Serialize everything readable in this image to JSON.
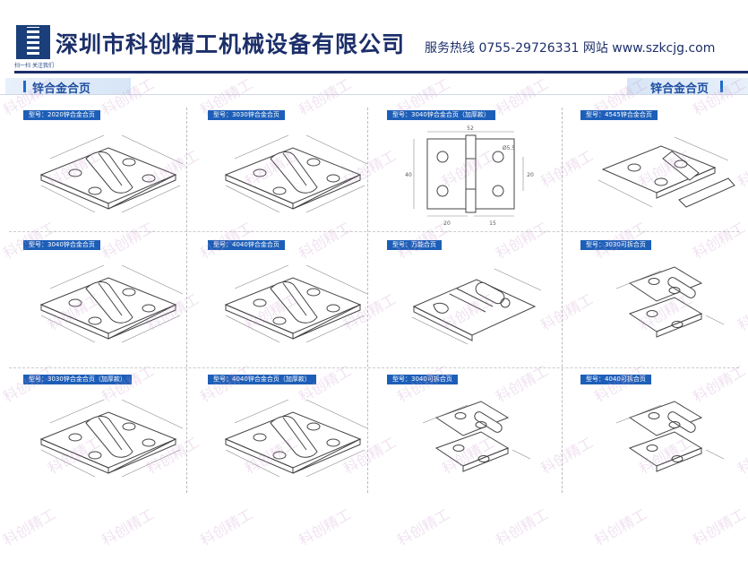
{
  "header": {
    "company": "深圳市科创精工机械设备有限公司",
    "hotline": "服务热线 0755-29726331 网站 www.szkcjg.com",
    "qr_caption": "扫一扫 关注我们"
  },
  "section": {
    "title_left": "锌合金合页",
    "title_right": "锌合金合页"
  },
  "watermark": "科创精工",
  "items": [
    {
      "label": "型号：2020锌合金合页",
      "drawing": "hinge-flat"
    },
    {
      "label": "型号：3030锌合金合页",
      "drawing": "hinge-flat"
    },
    {
      "label": "型号：3040锌合金合页（加厚款）",
      "drawing": "hinge-front"
    },
    {
      "label": "型号：4545锌合金合页",
      "drawing": "hinge-folded"
    },
    {
      "label": "型号：3040锌合金合页",
      "drawing": "hinge-flat"
    },
    {
      "label": "型号：4040锌合金合页",
      "drawing": "hinge-flat"
    },
    {
      "label": "型号：万能合页",
      "drawing": "hinge-universal"
    },
    {
      "label": "型号：3030可拆合页",
      "drawing": "hinge-lift"
    },
    {
      "label": "型号：3030锌合金合页（加厚款）",
      "drawing": "hinge-flat"
    },
    {
      "label": "型号：4040锌合金合页（加厚款）",
      "drawing": "hinge-flat"
    },
    {
      "label": "型号：3040可拆合页",
      "drawing": "hinge-lift"
    },
    {
      "label": "型号：4040可拆合页",
      "drawing": "hinge-lift"
    }
  ],
  "dims": {
    "front_width": "52",
    "front_height": "40",
    "front_bottom_left": "20",
    "front_bottom_right": "15",
    "front_hole": "Ø5.5",
    "front_side": "20"
  }
}
